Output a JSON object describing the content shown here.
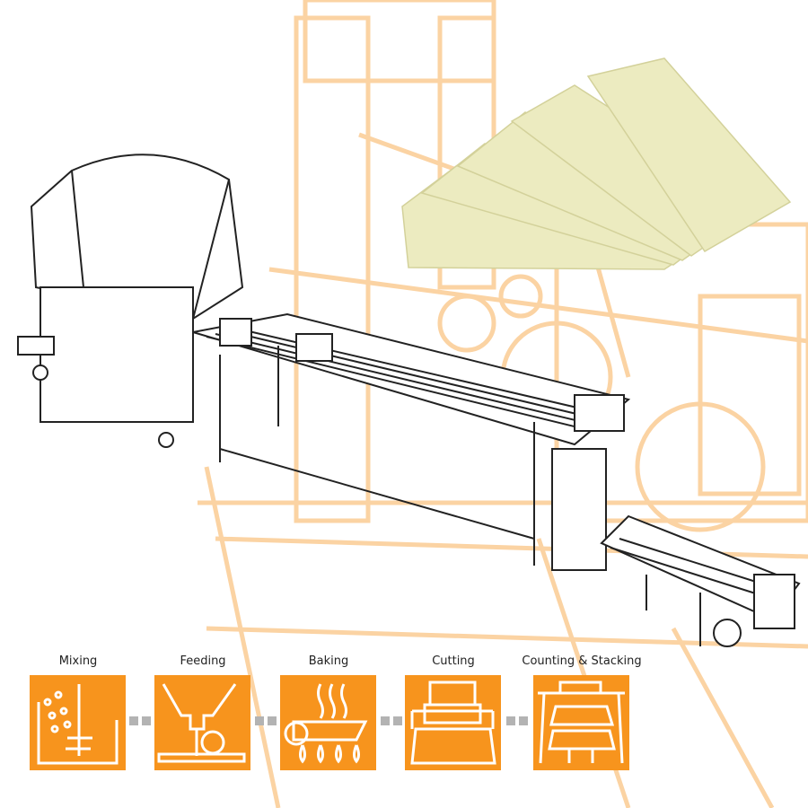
{
  "process": {
    "steps": [
      {
        "label": "Mixing",
        "icon": "mixing-icon"
      },
      {
        "label": "Feeding",
        "icon": "feeding-icon"
      },
      {
        "label": "Baking",
        "icon": "baking-icon"
      },
      {
        "label": "Cutting",
        "icon": "cutting-icon"
      },
      {
        "label": "Counting & Stacking",
        "icon": "stacking-icon"
      }
    ]
  },
  "colors": {
    "accent": "#f7941d",
    "background_lines": "#fbd3a3",
    "connector": "#b3b3b3",
    "sheet": "#ecebc0"
  }
}
